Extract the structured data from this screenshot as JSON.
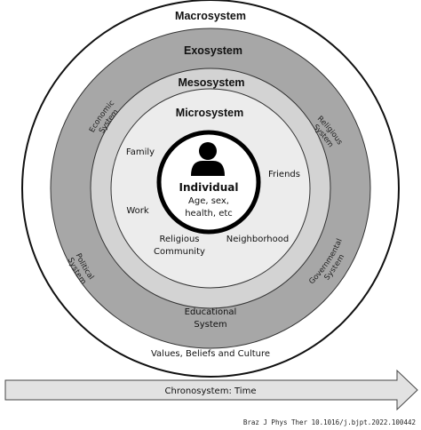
{
  "rings": {
    "macrosystem": {
      "title": "Macrosystem",
      "label": "Values, Beliefs and Culture",
      "color": "#ffffff"
    },
    "exosystem": {
      "title": "Exosystem",
      "color": "#a7a7a7",
      "labels": {
        "economic": [
          "Economic",
          "System"
        ],
        "religious": [
          "Religious",
          "System"
        ],
        "political": [
          "Political",
          "System"
        ],
        "governmental": [
          "Governmental",
          "System"
        ],
        "educational": [
          "Educational",
          "System"
        ]
      }
    },
    "mesosystem": {
      "title": "Mesosystem",
      "color": "#d3d3d3"
    },
    "microsystem": {
      "title": "Microsystem",
      "color": "#ececec",
      "labels": {
        "family": "Family",
        "friends": "Friends",
        "work": "Work",
        "religious_community": [
          "Religious",
          "Community"
        ],
        "neighborhood": "Neighborhood"
      }
    }
  },
  "individual": {
    "title": "Individual",
    "lines": [
      "Age, sex,",
      "health, etc"
    ],
    "icon": "person-icon"
  },
  "chronosystem": {
    "label": "Chronosystem: Time",
    "color": "#e2e2e2"
  },
  "citation": "Braz J Phys Ther 10.1016/j.bjpt.2022.100442"
}
